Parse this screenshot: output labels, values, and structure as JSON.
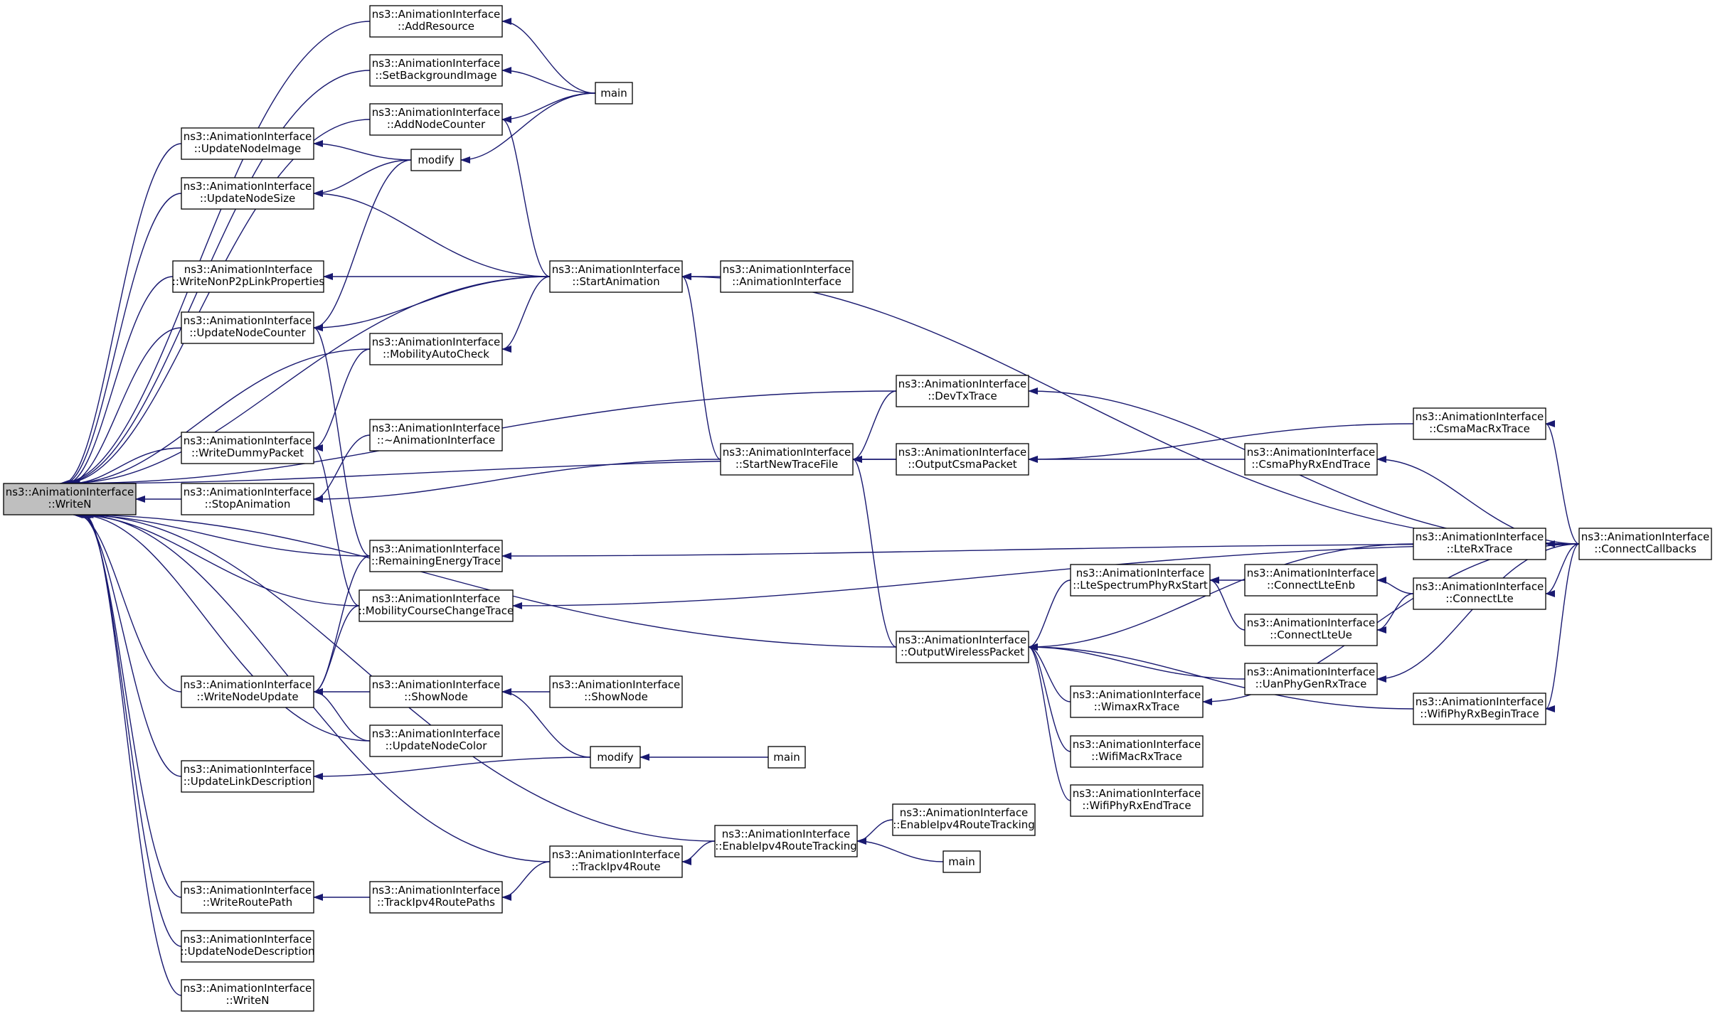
{
  "colors": {
    "edge": "#191970",
    "focus_fill": "#bfbfbf",
    "box_stroke": "#000000"
  },
  "nodes": {
    "writeN_main": [
      "ns3::AnimationInterface",
      "::WriteN"
    ],
    "addResource": [
      "ns3::AnimationInterface",
      "::AddResource"
    ],
    "setBackgroundImage": [
      "ns3::AnimationInterface",
      "::SetBackgroundImage"
    ],
    "addNodeCounter": [
      "ns3::AnimationInterface",
      "::AddNodeCounter"
    ],
    "main1": [
      "main"
    ],
    "updateNodeImage": [
      "ns3::AnimationInterface",
      "::UpdateNodeImage"
    ],
    "modify1": [
      "modify"
    ],
    "updateNodeSize": [
      "ns3::AnimationInterface",
      "::UpdateNodeSize"
    ],
    "writeNonP2p": [
      "ns3::AnimationInterface",
      "::WriteNonP2pLinkProperties"
    ],
    "startAnimation": [
      "ns3::AnimationInterface",
      "::StartAnimation"
    ],
    "animationInterface": [
      "ns3::AnimationInterface",
      "::AnimationInterface"
    ],
    "updateNodeCounter": [
      "ns3::AnimationInterface",
      "::UpdateNodeCounter"
    ],
    "mobilityAutoCheck": [
      "ns3::AnimationInterface",
      "::MobilityAutoCheck"
    ],
    "devTxTrace": [
      "ns3::AnimationInterface",
      "::DevTxTrace"
    ],
    "dtor": [
      "ns3::AnimationInterface",
      "::~AnimationInterface"
    ],
    "writeDummyPacket": [
      "ns3::AnimationInterface",
      "::WriteDummyPacket"
    ],
    "csmaMacRxTrace": [
      "ns3::AnimationInterface",
      "::CsmaMacRxTrace"
    ],
    "startNewTraceFile": [
      "ns3::AnimationInterface",
      "::StartNewTraceFile"
    ],
    "outputCsmaPacket": [
      "ns3::AnimationInterface",
      "::OutputCsmaPacket"
    ],
    "csmaPhyRxEndTrace": [
      "ns3::AnimationInterface",
      "::CsmaPhyRxEndTrace"
    ],
    "stopAnimation": [
      "ns3::AnimationInterface",
      "::StopAnimation"
    ],
    "lteRxTrace": [
      "ns3::AnimationInterface",
      "::LteRxTrace"
    ],
    "connectCallbacks": [
      "ns3::AnimationInterface",
      "::ConnectCallbacks"
    ],
    "remainingEnergyTrace": [
      "ns3::AnimationInterface",
      "::RemainingEnergyTrace"
    ],
    "lteSpectrumPhyRxStart": [
      "ns3::AnimationInterface",
      "::LteSpectrumPhyRxStart"
    ],
    "connectLteEnb": [
      "ns3::AnimationInterface",
      "::ConnectLteEnb"
    ],
    "connectLte": [
      "ns3::AnimationInterface",
      "::ConnectLte"
    ],
    "mobilityCourseChangeTrace": [
      "ns3::AnimationInterface",
      "::MobilityCourseChangeTrace"
    ],
    "connectLteUe": [
      "ns3::AnimationInterface",
      "::ConnectLteUe"
    ],
    "outputWirelessPacket": [
      "ns3::AnimationInterface",
      "::OutputWirelessPacket"
    ],
    "uanPhyGenRxTrace": [
      "ns3::AnimationInterface",
      "::UanPhyGenRxTrace"
    ],
    "writeNodeUpdate": [
      "ns3::AnimationInterface",
      "::WriteNodeUpdate"
    ],
    "showNode1": [
      "ns3::AnimationInterface",
      "::ShowNode"
    ],
    "showNode2": [
      "ns3::AnimationInterface",
      "::ShowNode"
    ],
    "wimaxRxTrace": [
      "ns3::AnimationInterface",
      "::WimaxRxTrace"
    ],
    "wifiPhyRxBeginTrace": [
      "ns3::AnimationInterface",
      "::WifiPhyRxBeginTrace"
    ],
    "updateNodeColor": [
      "ns3::AnimationInterface",
      "::UpdateNodeColor"
    ],
    "wifiMacRxTrace": [
      "ns3::AnimationInterface",
      "::WifiMacRxTrace"
    ],
    "updateLinkDescription": [
      "ns3::AnimationInterface",
      "::UpdateLinkDescription"
    ],
    "modify2": [
      "modify"
    ],
    "main2": [
      "main"
    ],
    "wifiPhyRxEndTrace": [
      "ns3::AnimationInterface",
      "::WifiPhyRxEndTrace"
    ],
    "enableIpv4RouteTracking1": [
      "ns3::AnimationInterface",
      "::EnableIpv4RouteTracking"
    ],
    "enableIpv4RouteTracking2": [
      "ns3::AnimationInterface",
      "::EnableIpv4RouteTracking"
    ],
    "trackIpv4Route": [
      "ns3::AnimationInterface",
      "::TrackIpv4Route"
    ],
    "main3": [
      "main"
    ],
    "writeRoutePath": [
      "ns3::AnimationInterface",
      "::WriteRoutePath"
    ],
    "trackIpv4RoutePaths": [
      "ns3::AnimationInterface",
      "::TrackIpv4RoutePaths"
    ],
    "updateNodeDescription": [
      "ns3::AnimationInterface",
      "::UpdateNodeDescription"
    ],
    "writeN2": [
      "ns3::AnimationInterface",
      "::WriteN"
    ]
  },
  "edges": [
    [
      "writeN_main",
      "addResource"
    ],
    [
      "writeN_main",
      "setBackgroundImage"
    ],
    [
      "writeN_main",
      "addNodeCounter"
    ],
    [
      "writeN_main",
      "updateNodeImage"
    ],
    [
      "writeN_main",
      "updateNodeSize"
    ],
    [
      "writeN_main",
      "startAnimation"
    ],
    [
      "writeN_main",
      "writeNonP2p"
    ],
    [
      "writeN_main",
      "updateNodeCounter"
    ],
    [
      "writeN_main",
      "mobilityAutoCheck"
    ],
    [
      "writeN_main",
      "devTxTrace"
    ],
    [
      "writeN_main",
      "writeDummyPacket"
    ],
    [
      "writeN_main",
      "stopAnimation"
    ],
    [
      "writeN_main",
      "outputCsmaPacket"
    ],
    [
      "writeN_main",
      "remainingEnergyTrace"
    ],
    [
      "writeN_main",
      "mobilityCourseChangeTrace"
    ],
    [
      "writeN_main",
      "outputWirelessPacket"
    ],
    [
      "writeN_main",
      "writeNodeUpdate"
    ],
    [
      "writeN_main",
      "updateNodeColor"
    ],
    [
      "writeN_main",
      "updateLinkDescription"
    ],
    [
      "writeN_main",
      "enableIpv4RouteTracking1"
    ],
    [
      "writeN_main",
      "trackIpv4Route"
    ],
    [
      "writeN_main",
      "writeRoutePath"
    ],
    [
      "writeN_main",
      "updateNodeDescription"
    ],
    [
      "writeN_main",
      "writeN2"
    ],
    [
      "addResource",
      "main1"
    ],
    [
      "setBackgroundImage",
      "main1"
    ],
    [
      "addNodeCounter",
      "main1"
    ],
    [
      "addNodeCounter",
      "startAnimation"
    ],
    [
      "modify1",
      "main1"
    ],
    [
      "updateNodeImage",
      "modify1"
    ],
    [
      "updateNodeSize",
      "modify1"
    ],
    [
      "updateNodeSize",
      "startAnimation"
    ],
    [
      "updateNodeCounter",
      "modify1"
    ],
    [
      "writeNonP2p",
      "startAnimation"
    ],
    [
      "updateNodeCounter",
      "startAnimation"
    ],
    [
      "updateNodeCounter",
      "remainingEnergyTrace"
    ],
    [
      "startAnimation",
      "animationInterface"
    ],
    [
      "startAnimation",
      "startNewTraceFile"
    ],
    [
      "startAnimation",
      "connectCallbacks"
    ],
    [
      "mobilityAutoCheck",
      "startAnimation"
    ],
    [
      "writeDummyPacket",
      "mobilityAutoCheck"
    ],
    [
      "writeDummyPacket",
      "mobilityCourseChangeTrace"
    ],
    [
      "stopAnimation",
      "dtor"
    ],
    [
      "stopAnimation",
      "startNewTraceFile"
    ],
    [
      "devTxTrace",
      "connectCallbacks"
    ],
    [
      "startNewTraceFile",
      "devTxTrace"
    ],
    [
      "startNewTraceFile",
      "outputCsmaPacket"
    ],
    [
      "startNewTraceFile",
      "outputWirelessPacket"
    ],
    [
      "outputCsmaPacket",
      "csmaMacRxTrace"
    ],
    [
      "outputCsmaPacket",
      "csmaPhyRxEndTrace"
    ],
    [
      "csmaMacRxTrace",
      "connectCallbacks"
    ],
    [
      "csmaPhyRxEndTrace",
      "connectCallbacks"
    ],
    [
      "remainingEnergyTrace",
      "connectCallbacks"
    ],
    [
      "writeNodeUpdate",
      "remainingEnergyTrace"
    ],
    [
      "writeNodeUpdate",
      "showNode1"
    ],
    [
      "writeNodeUpdate",
      "updateNodeColor"
    ],
    [
      "writeNodeUpdate",
      "mobilityCourseChangeTrace"
    ],
    [
      "mobilityCourseChangeTrace",
      "connectCallbacks"
    ],
    [
      "showNode1",
      "showNode2"
    ],
    [
      "showNode1",
      "modify2"
    ],
    [
      "updateLinkDescription",
      "modify2"
    ],
    [
      "modify2",
      "main2"
    ],
    [
      "outputWirelessPacket",
      "lteRxTrace"
    ],
    [
      "outputWirelessPacket",
      "lteSpectrumPhyRxStart"
    ],
    [
      "outputWirelessPacket",
      "uanPhyGenRxTrace"
    ],
    [
      "outputWirelessPacket",
      "wimaxRxTrace"
    ],
    [
      "outputWirelessPacket",
      "wifiMacRxTrace"
    ],
    [
      "outputWirelessPacket",
      "wifiPhyRxEndTrace"
    ],
    [
      "outputWirelessPacket",
      "wifiPhyRxBeginTrace"
    ],
    [
      "lteRxTrace",
      "connectCallbacks"
    ],
    [
      "lteSpectrumPhyRxStart",
      "connectLteEnb"
    ],
    [
      "lteSpectrumPhyRxStart",
      "connectLteUe"
    ],
    [
      "connectLteEnb",
      "connectLte"
    ],
    [
      "connectLteUe",
      "connectLte"
    ],
    [
      "connectLte",
      "connectCallbacks"
    ],
    [
      "uanPhyGenRxTrace",
      "connectCallbacks"
    ],
    [
      "wimaxRxTrace",
      "connectCallbacks"
    ],
    [
      "wifiPhyRxBeginTrace",
      "connectCallbacks"
    ],
    [
      "trackIpv4Route",
      "enableIpv4RouteTracking1"
    ],
    [
      "enableIpv4RouteTracking1",
      "enableIpv4RouteTracking2"
    ],
    [
      "enableIpv4RouteTracking1",
      "main3"
    ],
    [
      "writeRoutePath",
      "trackIpv4RoutePaths"
    ],
    [
      "trackIpv4RoutePaths",
      "trackIpv4Route"
    ]
  ]
}
